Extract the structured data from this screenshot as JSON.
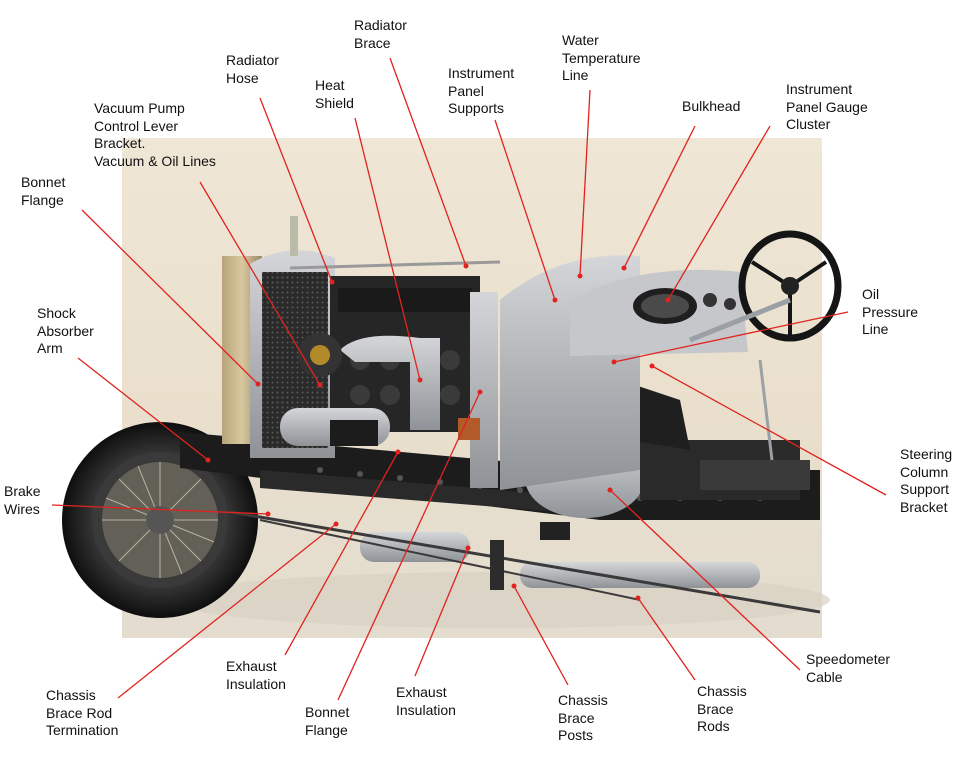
{
  "labels": {
    "radiator_brace": "Radiator\nBrace",
    "water_temperature_line": "Water\nTemperature\nLine",
    "radiator_hose": "Radiator\nHose",
    "instrument_panel_supports": "Instrument\nPanel\nSupports",
    "heat_shield": "Heat\nShield",
    "bulkhead": "Bulkhead",
    "instrument_panel_gauge_cluster": "Instrument\nPanel Gauge\nCluster",
    "vacuum_pump": "Vacuum Pump\nControl Lever\nBracket.\nVacuum & Oil Lines",
    "bonnet_flange_top": "Bonnet\nFlange",
    "shock_absorber_arm": "Shock\nAbsorber\nArm",
    "oil_pressure_line": "Oil\nPressure\nLine",
    "steering_column_support_bracket": "Steering\nColumn\nSupport\nBracket",
    "brake_wires": "Brake\nWires",
    "speedometer_cable": "Speedometer\nCable",
    "exhaust_insulation_left": "Exhaust\nInsulation",
    "chassis_brace_rod_termination": "Chassis\nBrace Rod\nTermination",
    "exhaust_insulation_right": "Exhaust\nInsulation",
    "chassis_brace_rods": "Chassis\nBrace\nRods",
    "chassis_brace_posts": "Chassis\nBrace\nPosts",
    "bonnet_flange_bottom": "Bonnet\nFlange"
  },
  "colors": {
    "leader_line": "#e0231f",
    "photo_background": "#ece3d2",
    "chassis": "#1c1c1c",
    "engine": "#2b2b2b",
    "silver": "#b9bcc0"
  }
}
